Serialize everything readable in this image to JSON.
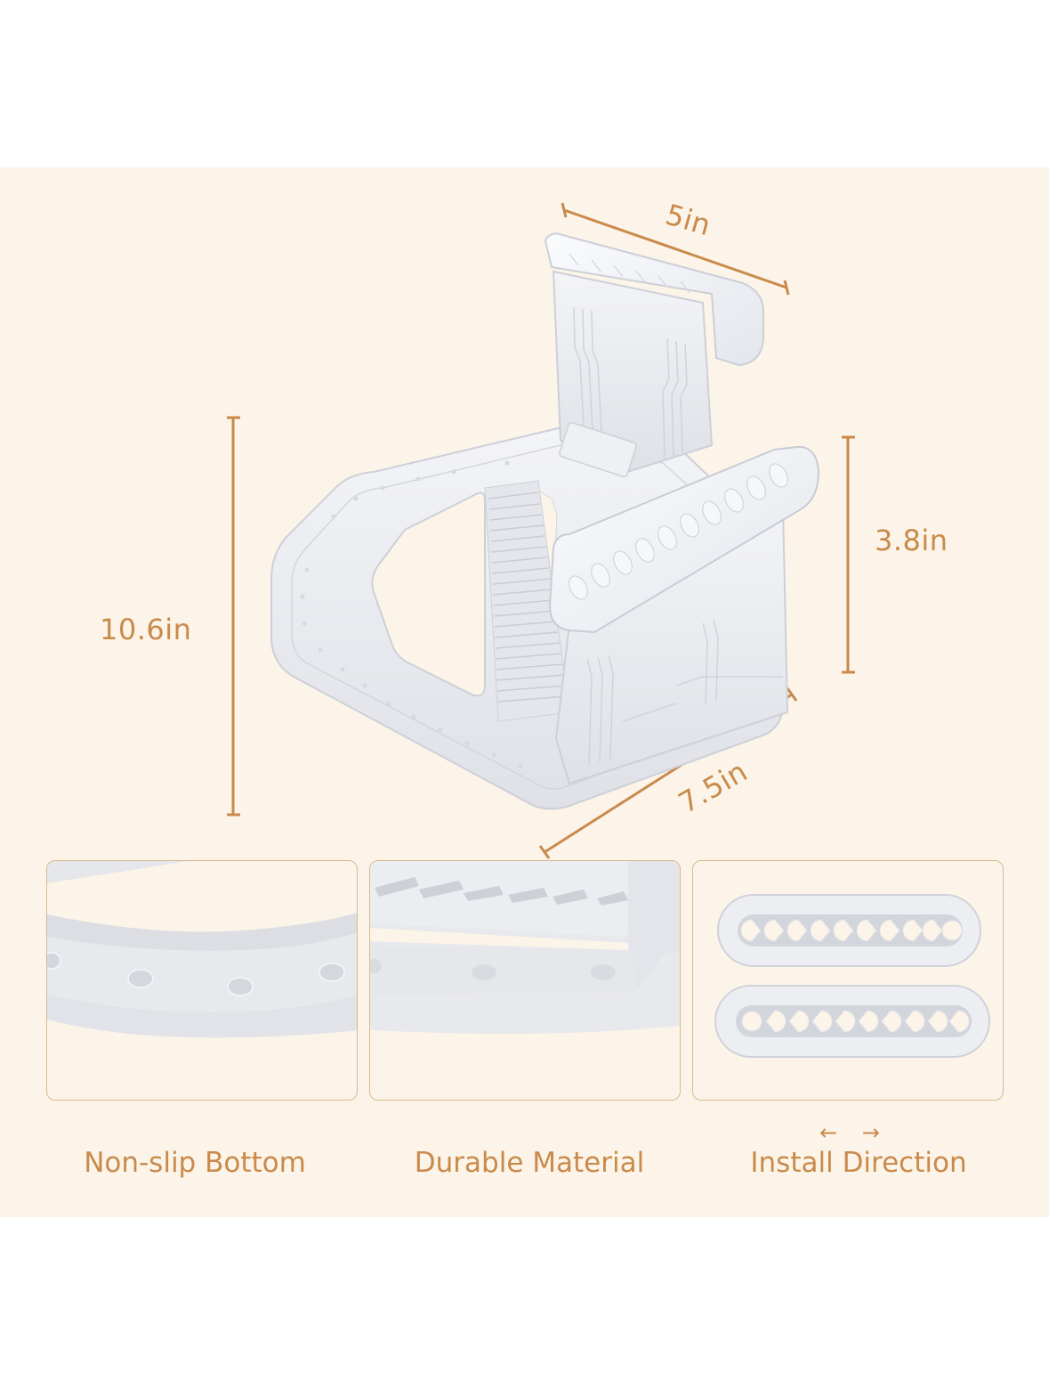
{
  "dimensions": {
    "width_top": "5in",
    "height_total": "10.6in",
    "height_clip": "3.8in",
    "depth_base": "7.5in"
  },
  "features": [
    {
      "label": "Non-slip Bottom",
      "icon": "non-slip-bumps-closeup"
    },
    {
      "label": "Durable Material",
      "icon": "material-edge-closeup"
    },
    {
      "label": "Install Direction",
      "icon": "clip-pair-direction",
      "direction_arrows": "← →"
    }
  ],
  "colors": {
    "accent": "#C98A4B",
    "background": "#FCF4E8",
    "product": "#E9EAEE",
    "panel_border": "#D9B98E"
  }
}
